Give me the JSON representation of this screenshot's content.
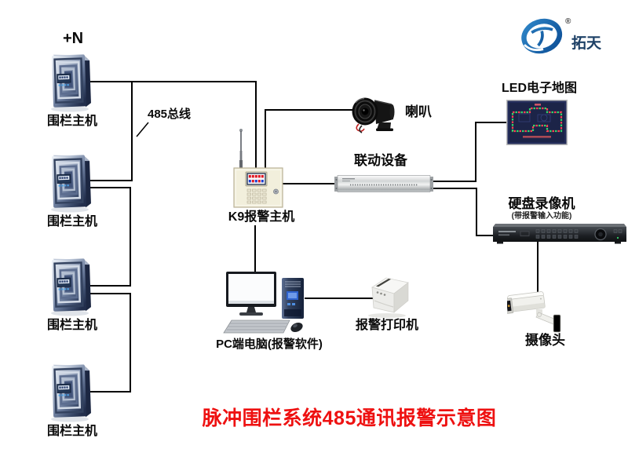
{
  "title": {
    "text": "脉冲围栏系统485通讯报警示意图",
    "color": "#ee1111"
  },
  "logo": {
    "brand": "拓天",
    "registered_mark": "®"
  },
  "annotations": {
    "top_left": "+N",
    "bus": "485总线"
  },
  "nodes": {
    "fence_host_1": "围栏主机",
    "fence_host_2": "围栏主机",
    "fence_host_3": "围栏主机",
    "fence_host_4": "围栏主机",
    "k9_host": "K9报警主机",
    "speaker": "喇叭",
    "linkage_device": "联动设备",
    "led_map": "LED电子地图",
    "dvr": "硬盘录像机",
    "dvr_note": "(带报警输入功能)",
    "camera": "摄像头",
    "pc": "PC端电脑(报警软件)",
    "printer": "报警打印机"
  },
  "colors": {
    "wire": "#000000",
    "title": "#ee1111",
    "logo_blue": "#1064a8",
    "logo_text": "#1d4066"
  }
}
